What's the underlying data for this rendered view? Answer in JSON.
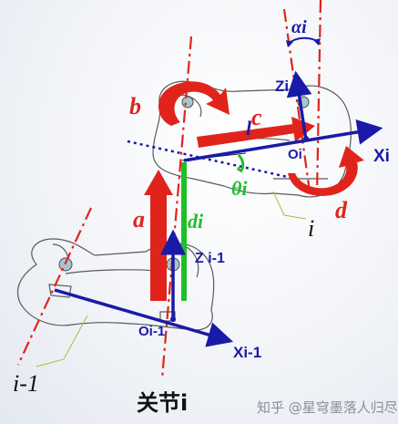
{
  "title": "关节i",
  "labels": {
    "a": "a",
    "b": "b",
    "c": "c",
    "d": "d",
    "l": "l",
    "alpha_i": "αi",
    "d_i": "di",
    "theta_i": "θi",
    "z_i": "Zi",
    "o_i": "Oi",
    "x_i": "Xi",
    "z_im1": "Z i-1",
    "o_im1": "Oi-1",
    "x_im1": "Xi-1",
    "link_i": "i",
    "link_im1": "i-1"
  },
  "watermark": "知乎 @星穹墨落人归尽",
  "colors": {
    "red": "#e0241c",
    "blue": "#1a1aa8",
    "green": "#1fbf2a"
  }
}
